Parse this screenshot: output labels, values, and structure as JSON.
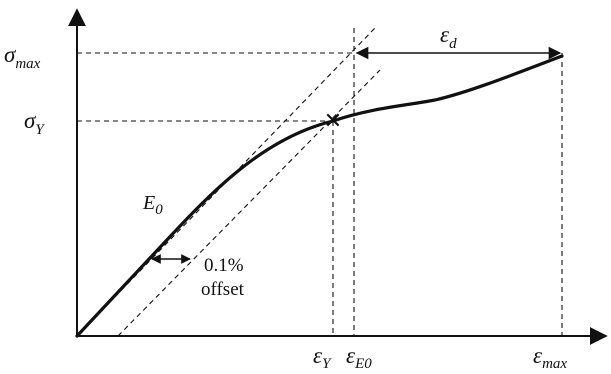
{
  "labels": {
    "sigma_max": {
      "base": "σ",
      "sub": "max"
    },
    "sigma_y": {
      "base": "σ",
      "sub": "Y"
    },
    "eps_y": {
      "base": "ε",
      "sub": "Y"
    },
    "eps_e0": {
      "base": "ε",
      "sub": "E0"
    },
    "eps_max": {
      "base": "ε",
      "sub": "max"
    },
    "eps_d": {
      "base": "ε",
      "sub": "d"
    },
    "e0": {
      "base": "E",
      "sub": "0"
    },
    "offset_pct": "0.1%",
    "offset_word": "offset"
  },
  "marks": {
    "yield_marker": "✕"
  },
  "colors": {
    "ink": "#111111",
    "background": "#ffffff"
  }
}
